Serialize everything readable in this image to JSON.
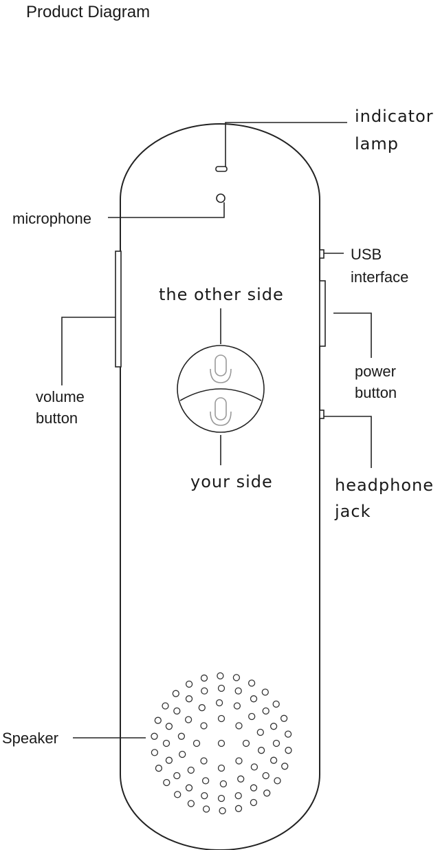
{
  "title": "Product Diagram",
  "labels": {
    "indicator_lamp": [
      "indicator",
      "lamp"
    ],
    "microphone": "microphone",
    "usb_interface": [
      "USB",
      "interface"
    ],
    "other_side": "the other side",
    "volume_button": [
      "volume",
      "button"
    ],
    "power_button": [
      "power",
      "button"
    ],
    "your_side": "your side",
    "headphone_jack": [
      "headphone",
      "jack"
    ],
    "speaker": "Speaker"
  },
  "icons": {
    "other_side_button": "microphone-icon",
    "your_side_button": "microphone-icon"
  }
}
